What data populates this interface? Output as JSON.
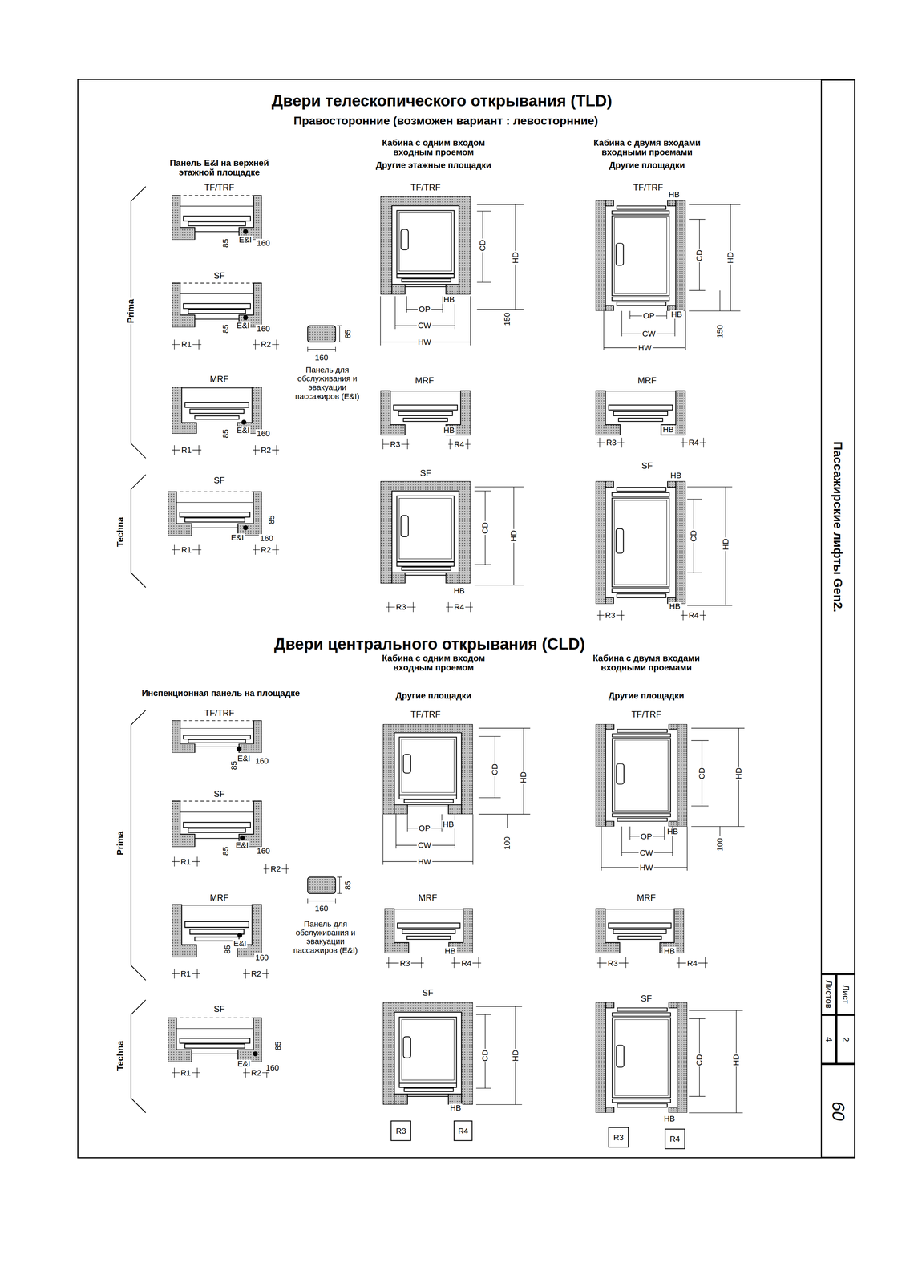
{
  "diagram": {
    "nodes": [
      {
        "text": [
          "Пассажирские лифты Gen2."
        ]
      },
      {
        "text": [
          "Лист"
        ]
      },
      {
        "text": [
          "2"
        ]
      },
      {
        "text": [
          "Листов"
        ]
      },
      {
        "text": [
          "4"
        ]
      },
      {
        "text": [
          "60"
        ]
      }
    ],
    "labels": [
      "Двери телескопического открывания (TLD)",
      "Правосторонние (возможен вариант : левосторнние)",
      "Панель E&I на верхней этажной площадке",
      "Кабина с одним входом входным проемом",
      "Другие этажные площадки",
      "Кабина с двумя входами входными проемами",
      "Другие площадки",
      "Prima",
      "Techna",
      "TF/TRF",
      "85",
      "E&I",
      "160",
      "SF",
      "85",
      "E&I",
      "160",
      "R1",
      "R2",
      "MRF",
      "85",
      "E&I",
      "160",
      "R1",
      "R2",
      "SF",
      "85",
      "E&I",
      "160",
      "R1",
      "R2",
      "85",
      "160",
      "Панель для обслуживания и эвакуации пассажиров (E&I)",
      "TF/TRF",
      "CD",
      "HD",
      "OP",
      "HB",
      "CW",
      "HW",
      "150",
      "MRF",
      "HB",
      "R3",
      "R4",
      "SF",
      "CD",
      "HD",
      "HB",
      "R3",
      "R4",
      "TF/TRF",
      "HB",
      "CD",
      "HD",
      "OP",
      "HB",
      "CW",
      "HW",
      "150",
      "MRF",
      "HB",
      "R3",
      "R4",
      "SF",
      "HB",
      "CD",
      "HD",
      "HB",
      "R3",
      "R4",
      "Двери центрального открывания (CLD)",
      "Кабина с одним входом входным проемом",
      "Кабина с двумя входами входными проемами",
      "Инспекционная панель на площадке",
      "Другие площадки",
      "Другие площадки",
      "TF/TRF",
      "85",
      "E&I",
      "160",
      "SF",
      "85",
      "E&I",
      "160",
      "R1",
      "R2",
      "MRF",
      "85",
      "E&I",
      "160",
      "R1",
      "R2",
      "SF",
      "85",
      "E&I",
      "160",
      "R1",
      "R2",
      "85",
      "160",
      "Панель для обслуживания и эвакуации пассажиров (E&I)",
      "TF/TRF",
      "CD",
      "HD",
      "OP",
      "HB",
      "CW",
      "HW",
      "100",
      "MRF",
      "HB",
      "R3",
      "R4",
      "SF",
      "CD",
      "HD",
      "HB",
      "R3",
      "R4",
      "TF/TRF",
      "CD",
      "HD",
      "OP",
      "HB",
      "CW",
      "HW",
      "100",
      "MRF",
      "HB",
      "R3",
      "R4",
      "SF",
      "CD",
      "HD",
      "HB",
      "R3",
      "R4",
      "Prima",
      "Techna"
    ]
  }
}
